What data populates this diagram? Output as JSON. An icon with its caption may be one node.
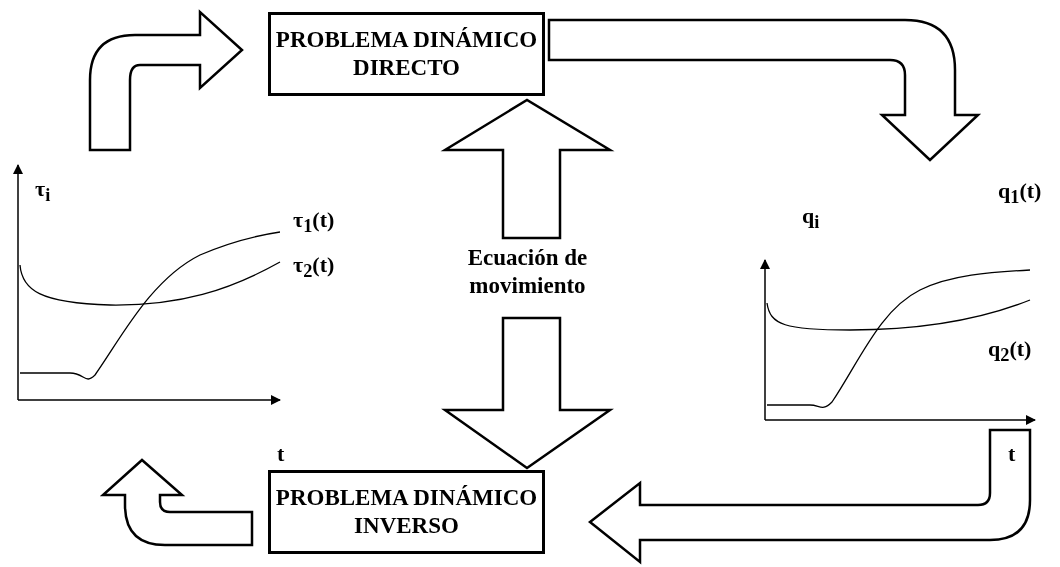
{
  "diagram": {
    "nodes": [
      {
        "text": [
          "PROBLEMA DINÁMICO DIRECTO"
        ]
      },
      {
        "text": [
          "τ$_{i}$",
          "τ$_{1}$(t)",
          "τ$_{2}$(t)",
          "t"
        ]
      },
      {
        "text": [
          "Ecuación de movimiento"
        ]
      },
      {
        "text": [
          "q$_{i}$",
          "q$_{1}$(t)",
          "q$_{2}$(t)",
          "t"
        ]
      },
      {
        "text": [
          "PROBLEMA DINÁMICO INVERSO"
        ]
      }
    ],
    "edges": [
      {
        "from": 1,
        "to": 0,
        "arrow": "to"
      },
      {
        "from": 0,
        "to": 3,
        "arrow": "to"
      },
      {
        "from": 3,
        "to": 4,
        "arrow": "to"
      },
      {
        "from": 4,
        "to": 1,
        "arrow": "to"
      },
      {
        "from": 2,
        "to": 0,
        "arrow": "to"
      },
      {
        "from": 2,
        "to": 4,
        "arrow": "to"
      }
    ]
  }
}
